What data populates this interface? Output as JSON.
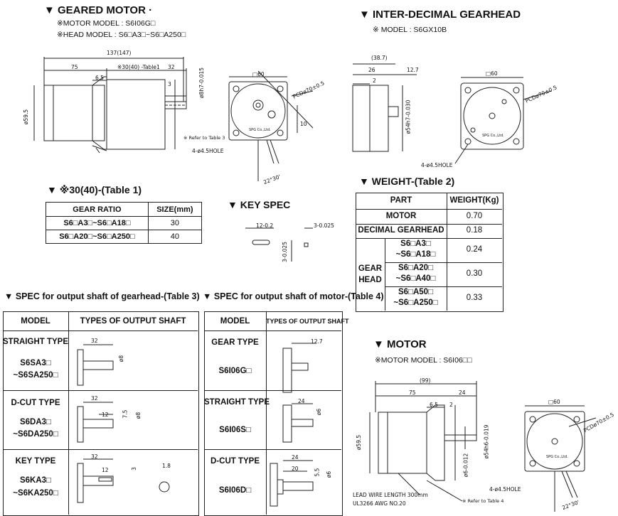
{
  "geared_motor": {
    "title": "▼ GEARED MOTOR ·",
    "motor_model": "※MOTOR MODEL : S6I06G□",
    "head_model": "※HEAD MODEL : S6□A3□~S6□A250□",
    "dims": {
      "overall": "137(147)",
      "d75": "75",
      "d30": "※30(40) -Table1",
      "d32": "32",
      "d6_5": "6.5",
      "d3": "3",
      "dia59_5": "ø59.5",
      "dia8h7": "ø8h7-0.015",
      "sq60": "□60",
      "pcd": "PCDø70±0.5",
      "d10": "10",
      "angle": "22°30'",
      "hole": "4-ø4.5HOLE",
      "refer": "※ Refer to Table 3",
      "brand": "SPG Co.,Ltd."
    }
  },
  "inter_decimal": {
    "title": "▼ INTER-DECIMAL GEARHEAD",
    "model": "※ MODEL : S6GX10B",
    "dims": {
      "d38_7": "(38.7)",
      "d26": "26",
      "d12_7": "12.7",
      "d2": "2",
      "dia54": "ø54h7-0.030",
      "sq60": "□60",
      "pcd": "PCDø70±0.5",
      "hole": "4-ø4.5HOLE",
      "brand": "SPG Co.,Ltd."
    }
  },
  "table1": {
    "title": "▼ ※30(40)-(Table 1)",
    "headers": [
      "GEAR RATIO",
      "SIZE(mm)"
    ],
    "rows": [
      [
        "S6□A3□~S6□A18□",
        "30"
      ],
      [
        "S6□A20□~S6□A250□",
        "40"
      ]
    ]
  },
  "key_spec": {
    "title": "▼ KEY SPEC",
    "d12": "12-0.2",
    "d3a": "3-0.025",
    "d3b": "3-0.025"
  },
  "weight": {
    "title": "▼ WEIGHT-(Table 2)",
    "headers": [
      "PART",
      "WEIGHT(Kg)"
    ],
    "motor_label": "MOTOR",
    "motor_value": "0.70",
    "decimal_label": "DECIMAL GEARHEAD",
    "decimal_value": "0.18",
    "gear_head_label_1": "GEAR",
    "gear_head_label_2": "HEAD",
    "gear_rows": [
      {
        "l1": "S6□A3□",
        "l2": "~S6□A18□",
        "v": "0.24"
      },
      {
        "l1": "S6□A20□",
        "l2": "~S6□A40□",
        "v": "0.30"
      },
      {
        "l1": "S6□A50□",
        "l2": "~S6□A250□",
        "v": "0.33"
      }
    ]
  },
  "table3": {
    "title": "▼ SPEC for output shaft of gearhead-(Table 3)",
    "headers": [
      "MODEL",
      "TYPES OF OUTPUT SHAFT"
    ],
    "rows": [
      {
        "type": "STRAIGHT TYPE",
        "m1": "S6SA3□",
        "m2": "~S6SA250□",
        "dims": [
          "32",
          "ø8"
        ]
      },
      {
        "type": "D-CUT TYPE",
        "m1": "S6DA3□",
        "m2": "~S6DA250□",
        "dims": [
          "32",
          "12",
          "7.5",
          "ø8"
        ]
      },
      {
        "type": "KEY TYPE",
        "m1": "S6KA3□",
        "m2": "~S6KA250□",
        "dims": [
          "32",
          "12",
          "3",
          "1.8"
        ]
      }
    ]
  },
  "table4": {
    "title": "▼ SPEC for output shaft of motor-(Table 4)",
    "headers": [
      "MODEL",
      "TYPES OF OUTPUT SHAFT"
    ],
    "rows": [
      {
        "type": "GEAR TYPE",
        "model": "S6I06G□",
        "dims": [
          "12.7"
        ]
      },
      {
        "type": "STRAIGHT TYPE",
        "model": "S6I06S□",
        "dims": [
          "24",
          "ø6"
        ]
      },
      {
        "type": "D-CUT TYPE",
        "model": "S6I06D□",
        "dims": [
          "24",
          "20",
          "5.5",
          "ø6"
        ]
      }
    ]
  },
  "motor": {
    "title": "▼ MOTOR",
    "model": "※MOTOR MODEL : S6I06□□",
    "dims": {
      "d99": "(99)",
      "d75": "75",
      "d24": "24",
      "d6_5": "6.5",
      "d2": "2",
      "dia59_5": "ø59.5",
      "dia54": "ø54h6-0.019",
      "dia6": "ø6-0.012",
      "sq60": "□60",
      "pcd": "PCDø70±0.5",
      "hole": "4-ø4.5HOLE",
      "angle": "22°30'",
      "lead": "LEAD WIRE LENGTH 300mm",
      "awg": "UL3266 AWG NO.20",
      "refer": "※ Refer to Table 4",
      "brand": "SPG Co.,Ltd."
    }
  }
}
